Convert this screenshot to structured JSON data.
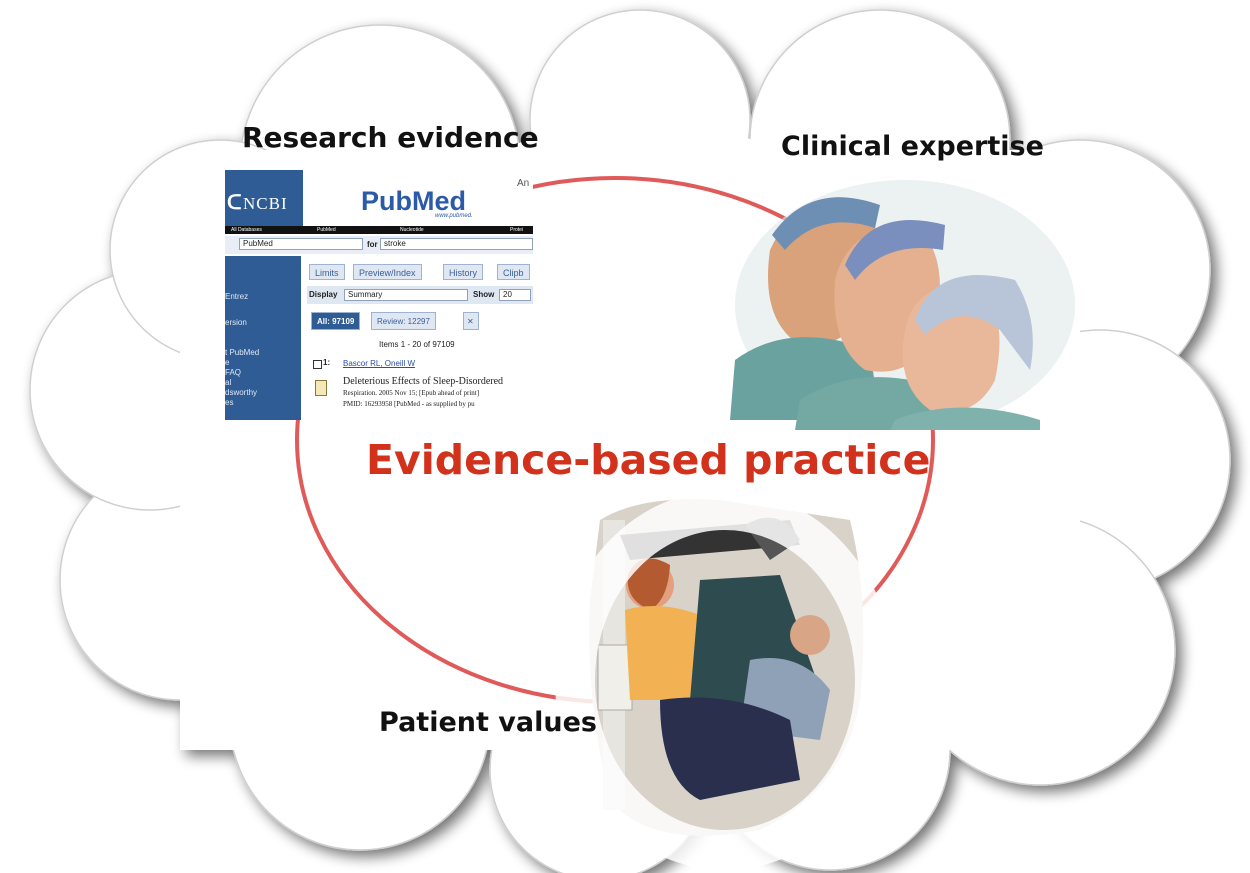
{
  "labels": {
    "research_evidence": "Research evidence",
    "clinical_expertise": "Clinical expertise",
    "patient_values": "Patient values",
    "center_title": "Evidence-based practice"
  },
  "pubmed_screenshot": {
    "ncbi": "NCBI",
    "logo": "PubMed",
    "logo_sub": "www.pubmed.",
    "corner": "An",
    "navbar": [
      "All Databases",
      "PubMed",
      "Nucleotide",
      "Protei"
    ],
    "search_db": "PubMed",
    "search_for_label": "for",
    "search_term": "stroke",
    "tabs": [
      "Limits",
      "Preview/Index",
      "History",
      "Clipb"
    ],
    "display_label": "Display",
    "display_value": "Summary",
    "show_label": "Show",
    "show_value": "20",
    "result_tab_all": "All: 97109",
    "result_tab_review": "Review: 12297",
    "items_text": "Items 1 - 20 of 97109",
    "result_number": "1:",
    "result_authors": "Bascor RL, Oneill W",
    "result_title": "Deleterious Effects of Sleep-Disordered",
    "result_journal": "Respiration. 2005 Nov 15; [Epub ahead of print]",
    "result_pmid": "PMID: 16293958 [PubMed - as supplied by pu",
    "sidebar_items": [
      "Entrez",
      "ersion",
      "t PubMed",
      "e",
      "FAQ",
      "al",
      "dsworthy",
      "es"
    ]
  },
  "colors": {
    "title_red": "#d2311c",
    "circle_red": "#e05a5a",
    "ncbi_blue": "#2f5c94"
  }
}
